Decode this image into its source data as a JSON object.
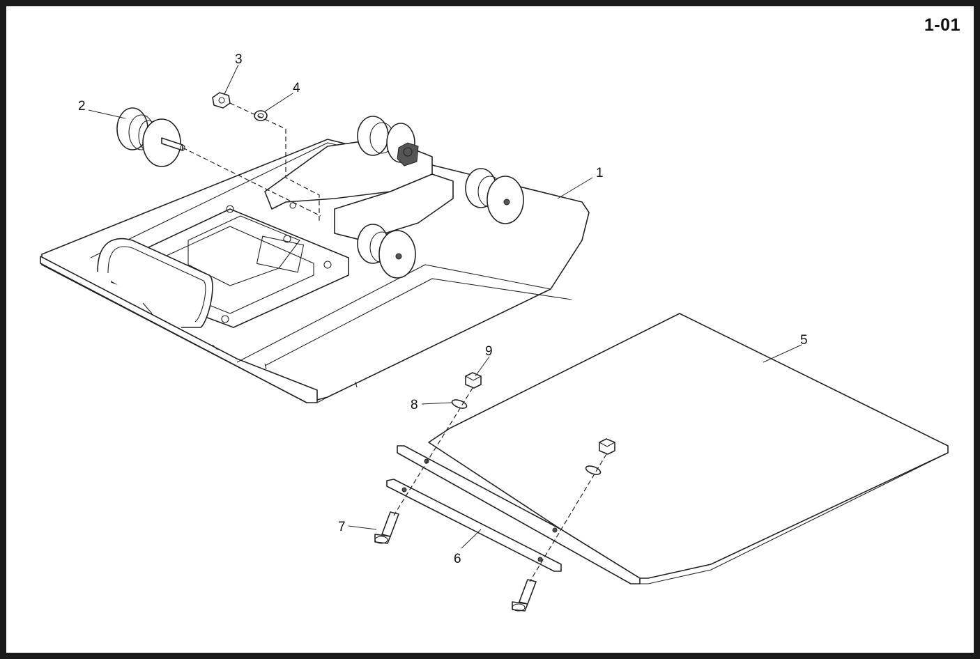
{
  "page_code": "1-01",
  "callouts": [
    {
      "id": "callout-1",
      "label": "1"
    },
    {
      "id": "callout-2",
      "label": "2"
    },
    {
      "id": "callout-3",
      "label": "3"
    },
    {
      "id": "callout-4",
      "label": "4"
    },
    {
      "id": "callout-5",
      "label": "5"
    },
    {
      "id": "callout-6",
      "label": "6"
    },
    {
      "id": "callout-7",
      "label": "7"
    },
    {
      "id": "callout-8",
      "label": "8"
    },
    {
      "id": "callout-9",
      "label": "9"
    }
  ]
}
